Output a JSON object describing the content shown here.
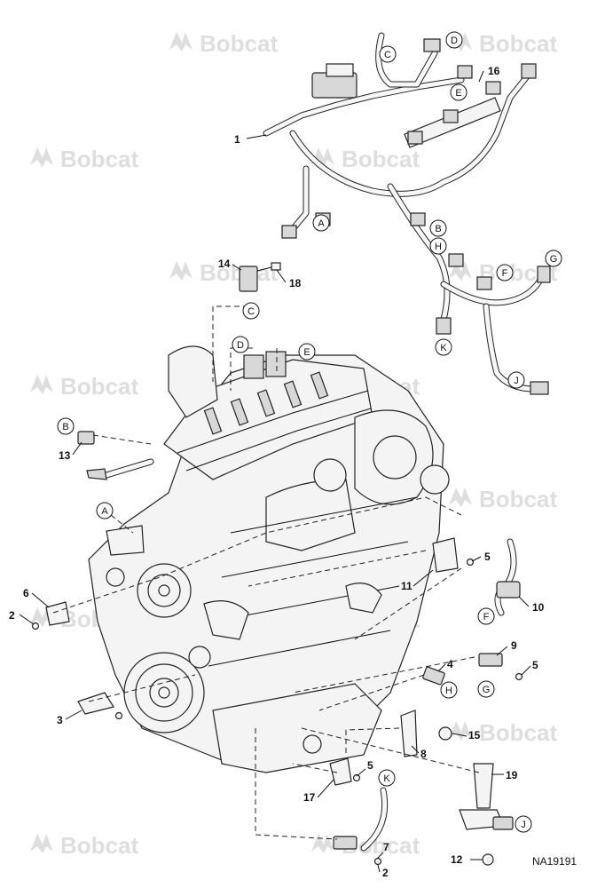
{
  "watermark": {
    "brand": "Bobcat"
  },
  "callouts": [
    "1",
    "2",
    "2",
    "3",
    "4",
    "5",
    "5",
    "5",
    "5",
    "6",
    "7",
    "8",
    "9",
    "10",
    "11",
    "12",
    "13",
    "14",
    "15",
    "16",
    "17",
    "18",
    "19"
  ],
  "connector_letters": [
    "A",
    "A",
    "B",
    "B",
    "C",
    "C",
    "D",
    "D",
    "E",
    "E",
    "F",
    "F",
    "G",
    "G",
    "H",
    "H",
    "J",
    "J",
    "K",
    "K"
  ],
  "figure_ref": "NA19191",
  "colors": {
    "line": "#111111",
    "watermark": "#dedede",
    "background": "#ffffff"
  }
}
